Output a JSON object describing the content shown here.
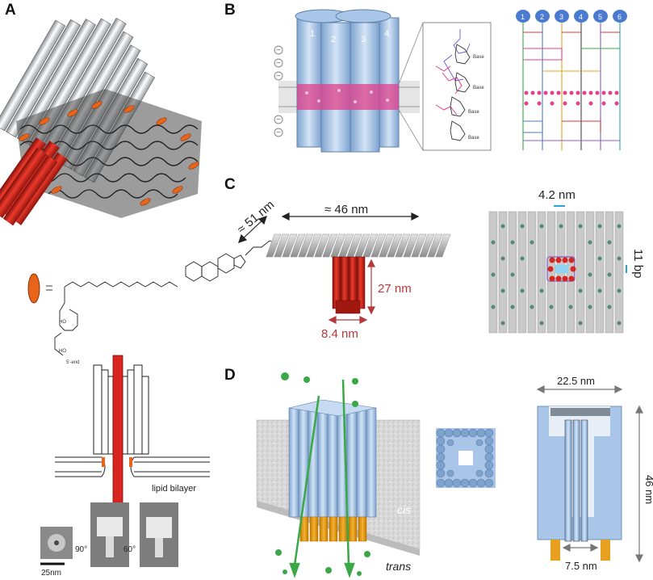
{
  "panels": {
    "A": {
      "label": "A",
      "structure_labels": {
        "five_prime": "5'-end"
      },
      "bilayer_label": "lipid bilayer",
      "scale_bar": "25nm",
      "rotation_1": "90°",
      "rotation_2": "60°"
    },
    "B": {
      "label": "B",
      "helix_numbers": [
        "1",
        "2",
        "3",
        "4"
      ],
      "chemical_base_labels": [
        "Base",
        "Base",
        "Base",
        "Base"
      ],
      "schematic_numbers": [
        "1",
        "2",
        "3",
        "4",
        "5",
        "6"
      ]
    },
    "C": {
      "label": "C",
      "dim_width": "≈ 46 nm",
      "dim_depth": "≈ 51 nm",
      "dim_height": "27 nm",
      "dim_stem": "8.4 nm",
      "dim_spacing": "4.2 nm",
      "dim_bp": "11 bp"
    },
    "D": {
      "label": "D",
      "side_cis": "cis",
      "side_trans": "trans",
      "dim_top": "22.5 nm",
      "dim_height": "46 nm",
      "dim_pore": "7.5 nm"
    }
  },
  "colors": {
    "red": "#d6261f",
    "orange": "#e8641a",
    "blue": "#a9c6e8",
    "pink": "#e0408c",
    "gray": "#c9c9c9",
    "green": "#3aa845",
    "dimred": "#b33a3a",
    "cyan": "#29a8d8"
  }
}
